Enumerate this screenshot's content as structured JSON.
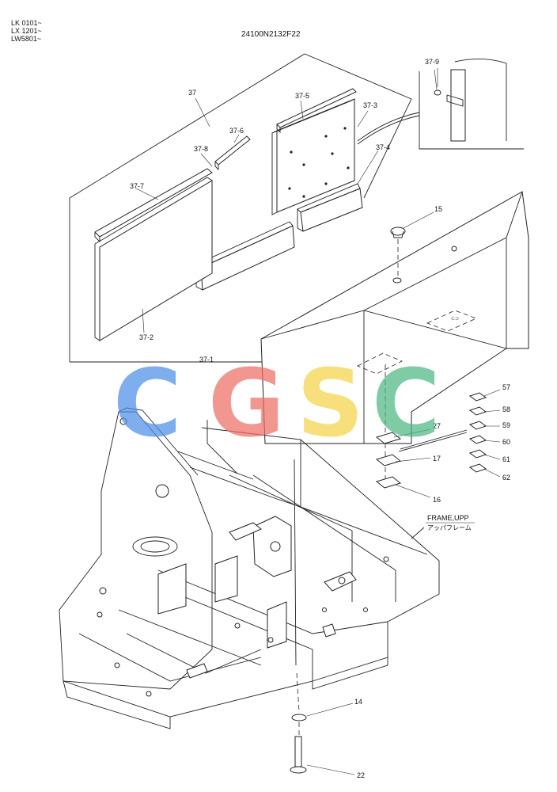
{
  "header": {
    "serials": [
      "LK 0101~",
      "LX 1201~",
      "LW5801~"
    ],
    "drawing_code": "24100N2132F22"
  },
  "watermark": {
    "letters": [
      {
        "char": "C",
        "color": "#4f8fe8"
      },
      {
        "char": "G",
        "color": "#ee6e66"
      },
      {
        "char": "S",
        "color": "#f5d44a"
      },
      {
        "char": "C",
        "color": "#4fb885"
      }
    ]
  },
  "callouts": {
    "c37": "37",
    "c37_1": "37-1",
    "c37_2": "37-2",
    "c37_3": "37-3",
    "c37_4": "37-4",
    "c37_5": "37-5",
    "c37_6": "37-6",
    "c37_7": "37-7",
    "c37_8": "37-8",
    "c37_9": "37-9",
    "c14": "14",
    "c15": "15",
    "c16": "16",
    "c17": "17",
    "c22": "22",
    "c27": "27",
    "c57": "57",
    "c58": "58",
    "c59": "59",
    "c60": "60",
    "c61": "61",
    "c62": "62"
  },
  "frame_label": {
    "en": "FRAME,UPP",
    "jp": "アッパフレーム"
  }
}
